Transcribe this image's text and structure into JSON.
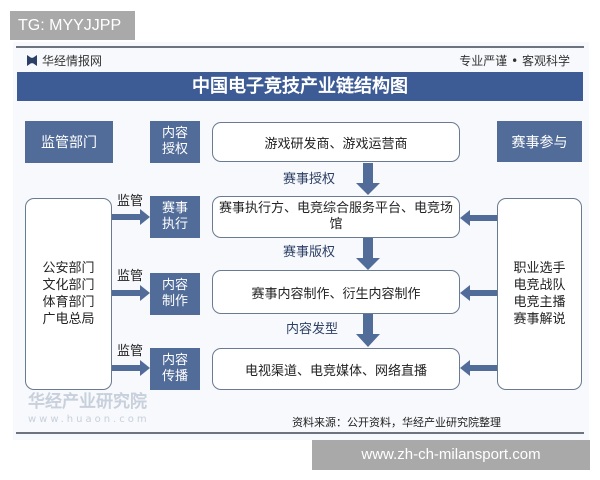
{
  "watermark_top": "TG: MYYJJPP",
  "watermark_bottom": "www.zh-ch-milansport.com",
  "header": {
    "logo": "华经情报网",
    "slogan": "专业严谨 • 客观科学"
  },
  "title": "中国电子竞技产业链结构图",
  "left": {
    "head": "监管部门",
    "items": [
      "公安部门",
      "文化部门",
      "体育部门",
      "广电总局"
    ],
    "edge_label": "监管"
  },
  "right": {
    "head": "赛事参与",
    "items": [
      "职业选手",
      "电竞战队",
      "电竞主播",
      "赛事解说"
    ]
  },
  "stages": [
    {
      "tag": [
        "内容",
        "授权"
      ],
      "content": "游戏研发商、游戏运营商"
    },
    {
      "tag": [
        "赛事",
        "执行"
      ],
      "content": "赛事执行方、电竞综合服务平台、电竞场馆"
    },
    {
      "tag": [
        "内容",
        "制作"
      ],
      "content": "赛事内容制作、衍生内容制作"
    },
    {
      "tag": [
        "内容",
        "传播"
      ],
      "content": "电视渠道、电竞媒体、网络直播"
    }
  ],
  "flows": [
    "赛事授权",
    "赛事版权",
    "内容发型"
  ],
  "bg_watermark": {
    "name": "华经产业研究院",
    "url": "www.huaon.com"
  },
  "source": "资料来源：公开资料，华经产业研究院整理",
  "colors": {
    "primary": "#526c9a",
    "title_bar": "#3d5b95"
  }
}
